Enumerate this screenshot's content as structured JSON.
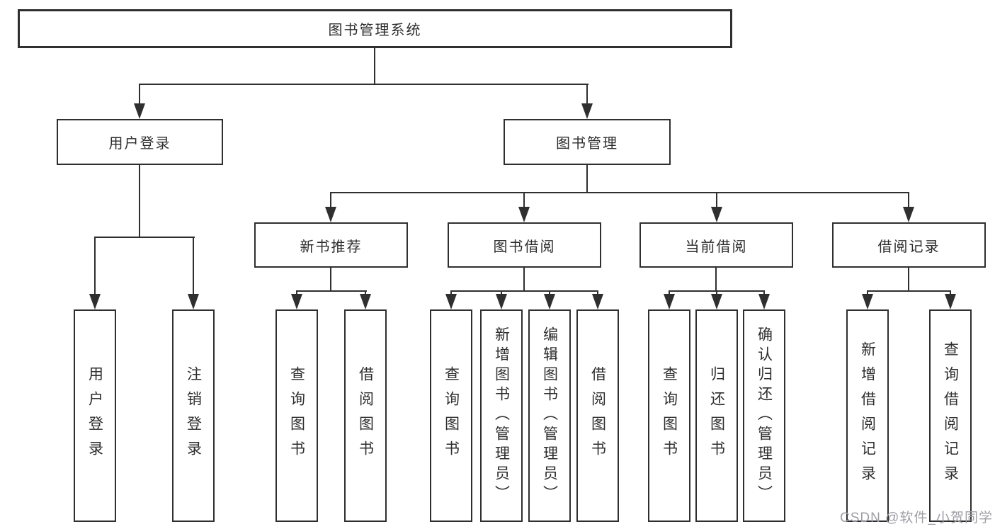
{
  "diagram": {
    "nodes": {
      "root": {
        "label": "图书管理系统"
      },
      "user_login": {
        "label": "用户登录"
      },
      "book_management": {
        "label": "图书管理"
      },
      "new_book_recommend": {
        "label": "新书推荐"
      },
      "book_borrow": {
        "label": "图书借阅"
      },
      "current_borrow": {
        "label": "当前借阅"
      },
      "borrow_records": {
        "label": "借阅记录"
      },
      "leaf_user_login": {
        "label": "用户登录"
      },
      "leaf_logout": {
        "label": "注销登录"
      },
      "leaf_rec_query_books": {
        "label": "查询图书"
      },
      "leaf_rec_borrow_books": {
        "label": "借阅图书"
      },
      "leaf_bb_query_books": {
        "label": "查询图书"
      },
      "leaf_bb_add_books": {
        "label": "新增图书（管理员）"
      },
      "leaf_bb_edit_books": {
        "label": "编辑图书（管理员）"
      },
      "leaf_bb_borrow_books": {
        "label": "借阅图书"
      },
      "leaf_cb_query_books": {
        "label": "查询图书"
      },
      "leaf_cb_return_books": {
        "label": "归还图书"
      },
      "leaf_cb_confirm_return": {
        "label": "确认归还（管理员）"
      },
      "leaf_br_add_record": {
        "label": "新增借阅记录"
      },
      "leaf_br_query_record": {
        "label": "查询借阅记录"
      }
    },
    "colors": {
      "line": "#2f2f2f",
      "text": "#2d2d2d",
      "box_background": "#ffffff",
      "watermark": "#9e9ea6"
    },
    "watermark": {
      "text": "CSDN @软件_小贺同学"
    }
  }
}
